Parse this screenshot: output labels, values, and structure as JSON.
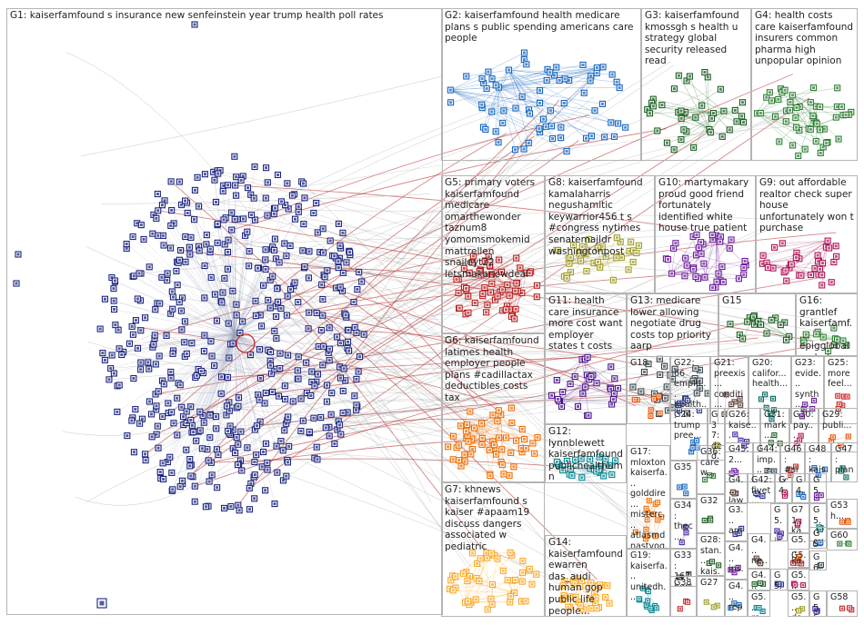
{
  "groups": [
    {
      "id": "g1",
      "label": "G1: kaiserfamfound s insurance new senfeinstein year trump health poll rates",
      "color": "#1a237e"
    },
    {
      "id": "g2",
      "label": "G2: kaiserfamfound health medicare plans s public spending americans care people",
      "color": "#1565c0"
    },
    {
      "id": "g3",
      "label": "G3: kaiserfamfound kmossgh s health u strategy global security released read",
      "color": "#1b5e20"
    },
    {
      "id": "g4",
      "label": "G4: health costs care kaiserfamfound insurers common pharma high unpopular opinion",
      "color": "#2e7d32"
    },
    {
      "id": "g5",
      "label": "G5: primary voters kaiserfamfound medicare omarthewonder taznum8 yomomsmokemid mattrellen snaileyt22 letsmakanewdeal",
      "color": "#b71c1c"
    },
    {
      "id": "g8",
      "label": "G8: kaiserfamfound kamalaharris negushamitic keywarrior456 t s #congress nytimes senatemajldr washingtonpost",
      "color": "#9e9d24"
    },
    {
      "id": "g10",
      "label": "G10: martymakary proud good friend fortunately identified white house true patient",
      "color": "#6a1b9a"
    },
    {
      "id": "g9",
      "label": "G9: out affordable realtor check super house unfortunately won t purchase",
      "color": "#ad1457"
    },
    {
      "id": "g6",
      "label": "G6: kaiserfamfound latimes health employer people plans #cadillactax deductibles costs tax",
      "color": "#ef6c00"
    },
    {
      "id": "g11",
      "label": "G11: health care insurance more cost want employer states t costs",
      "color": "#4a148c"
    },
    {
      "id": "g13",
      "label": "G13: medicare lower allowing negotiate drug costs top priority aarp",
      "color": "#37474f"
    },
    {
      "id": "g15",
      "label": "G15",
      "color": "#1b5e20"
    },
    {
      "id": "g16",
      "label": "G16: grantlef kaiserfamf... epigglobal malarkeyro...",
      "color": "#2e7d32"
    },
    {
      "id": "g18",
      "label": "G18",
      "color": "#e65100"
    },
    {
      "id": "g22",
      "label": "G22: 66 emplo... health...",
      "color": "#283593"
    },
    {
      "id": "g21",
      "label": "G21: preexis... conditi...",
      "color": "#5d4037"
    },
    {
      "id": "g20",
      "label": "G20: califor... health...",
      "color": "#00695c"
    },
    {
      "id": "g23",
      "label": "G23: evide... synth...",
      "color": "#6a1b9a"
    },
    {
      "id": "g25",
      "label": "G25: more feel...",
      "color": "#c62828"
    },
    {
      "id": "g12",
      "label": "G12: lynnblewett kaiserfamfound publichealthumn",
      "color": "#00838f"
    },
    {
      "id": "g24",
      "label": "G24: trump pree...",
      "color": "#1565c0"
    },
    {
      "id": "g37",
      "label": "G37: ded... ruth...",
      "color": "#9e9d24"
    },
    {
      "id": "g26",
      "label": "G26: kaise...",
      "color": "#4527a0"
    },
    {
      "id": "g31",
      "label": "G31: mark...",
      "color": "#1b5e20"
    },
    {
      "id": "g30",
      "label": "G30: pay...",
      "color": "#ad1457"
    },
    {
      "id": "g29",
      "label": "G29: publi...",
      "color": "#e65100"
    },
    {
      "id": "g35",
      "label": "G35",
      "color": "#1565c0"
    },
    {
      "id": "g36",
      "label": "G36: care w...",
      "color": "#2e7d32"
    },
    {
      "id": "g45",
      "label": "G45: 2...",
      "color": "#6a1b9a"
    },
    {
      "id": "g44",
      "label": "G44: imp...",
      "color": "#37474f"
    },
    {
      "id": "g46",
      "label": "G46: #sic...",
      "color": "#c62828"
    },
    {
      "id": "g48",
      "label": "G48: kais...",
      "color": "#1565c0"
    },
    {
      "id": "g47",
      "label": "G47: plan...",
      "color": "#00695c"
    },
    {
      "id": "g17",
      "label": "G17: mloxton kaiserfa... golddire... misterc... atlasmd nastyog...",
      "color": "#ef6c00"
    },
    {
      "id": "g7",
      "label": "G7: khnews kaiserfamfound s kaiser #apaam19 discuss dangers associated w pediatric",
      "color": "#f9a825"
    },
    {
      "id": "g32",
      "label": "G32",
      "color": "#1b5e20"
    },
    {
      "id": "g34",
      "label": "G34: thec...",
      "color": "#4527a0"
    },
    {
      "id": "g40",
      "label": "G4... law...",
      "color": "#5d4037"
    },
    {
      "id": "g42",
      "label": "G42: fivet...",
      "color": "#283593"
    },
    {
      "id": "g43",
      "label": "G4... dr...",
      "color": "#ad1457"
    },
    {
      "id": "g49",
      "label": "G4... pe...",
      "color": "#1565c0"
    },
    {
      "id": "g50",
      "label": "G5... pe...",
      "color": "#6a1b9a"
    },
    {
      "id": "g53",
      "label": "G53 h...",
      "color": "#e65100"
    },
    {
      "id": "g14",
      "label": "G14: kaiserfamfound ewarren das_audi human gop public life people...",
      "color": "#f9a825"
    },
    {
      "id": "g19",
      "label": "G19: kaiserfa... unitedh...",
      "color": "#00838f"
    },
    {
      "id": "g33",
      "label": "G33: 167 pers...",
      "color": "#37474f"
    },
    {
      "id": "g28",
      "label": "G28: stan... kais...",
      "color": "#1b5e20"
    },
    {
      "id": "g38",
      "label": "G38",
      "color": "#c62828"
    },
    {
      "id": "g27",
      "label": "G27",
      "color": "#9e9d24"
    },
    {
      "id": "g39",
      "label": "G3... am...",
      "color": "#283593"
    },
    {
      "id": "g41",
      "label": "G4... ne...",
      "color": "#5d4037"
    },
    {
      "id": "g52",
      "label": "G5... inc...",
      "color": "#4527a0"
    },
    {
      "id": "g71",
      "label": "G71 ka...",
      "color": "#ad1457"
    },
    {
      "id": "g54",
      "label": "G5... av...",
      "color": "#00695c"
    },
    {
      "id": "g51",
      "label": "G51",
      "color": "#1565c0"
    },
    {
      "id": "g60",
      "label": "G60",
      "color": "#2e7d32"
    },
    {
      "id": "g55",
      "label": "G4... ins...",
      "color": "#6a1b9a"
    },
    {
      "id": "g57",
      "label": "G5... ka...",
      "color": "#e65100"
    },
    {
      "id": "g58",
      "label": "G5...",
      "color": "#c62828"
    },
    {
      "id": "g59",
      "label": "G6...",
      "color": "#37474f"
    },
    {
      "id": "g61",
      "label": "G4... in...",
      "color": "#1b5e20"
    },
    {
      "id": "g62",
      "label": "G5... bi...",
      "color": "#283593"
    },
    {
      "id": "g63",
      "label": "G5... ka...",
      "color": "#ad1457"
    },
    {
      "id": "g64",
      "label": "G4... rep...",
      "color": "#1565c0"
    },
    {
      "id": "g65",
      "label": "G5... ra...",
      "color": "#00838f"
    },
    {
      "id": "g66",
      "label": "G5... da...",
      "color": "#9e9d24"
    },
    {
      "id": "g56",
      "label": "G56",
      "color": "#4527a0"
    },
    {
      "id": "g68",
      "label": "G58",
      "color": "#c62828"
    }
  ]
}
